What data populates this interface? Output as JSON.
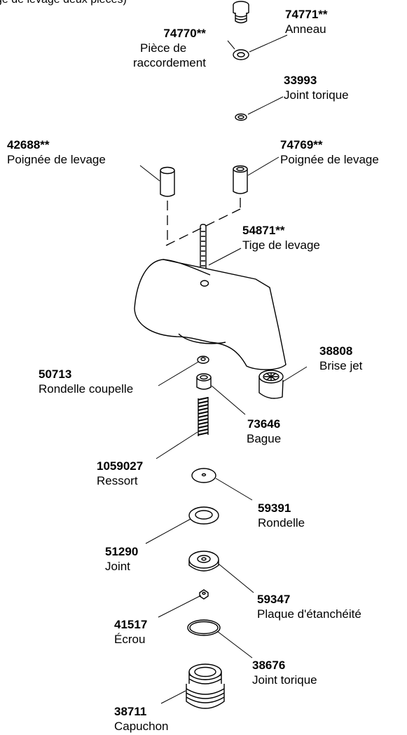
{
  "top_caption": "ge de levage deux pièces)",
  "parts": {
    "p74770": {
      "number": "74770**",
      "name_1": "Pièce de",
      "name_2": "raccordement"
    },
    "p74771": {
      "number": "74771**",
      "name": "Anneau"
    },
    "p33993": {
      "number": "33993",
      "name": "Joint torique"
    },
    "p42688": {
      "number": "42688**",
      "name": "Poignée de levage"
    },
    "p74769": {
      "number": "74769**",
      "name": "Poignée de levage"
    },
    "p54871": {
      "number": "54871**",
      "name": "Tige de levage"
    },
    "p38808": {
      "number": "38808",
      "name": "Brise jet"
    },
    "p50713": {
      "number": "50713",
      "name": "Rondelle coupelle"
    },
    "p73646": {
      "number": "73646",
      "name": "Bague"
    },
    "p1059027": {
      "number": "1059027",
      "name": "Ressort"
    },
    "p59391": {
      "number": "59391",
      "name": "Rondelle"
    },
    "p51290": {
      "number": "51290",
      "name": "Joint"
    },
    "p59347": {
      "number": "59347",
      "name": "Plaque d'étanchéité"
    },
    "p41517": {
      "number": "41517",
      "name": "Écrou"
    },
    "p38676": {
      "number": "38676",
      "name": "Joint torique"
    },
    "p38711": {
      "number": "38711",
      "name": "Capuchon"
    }
  }
}
